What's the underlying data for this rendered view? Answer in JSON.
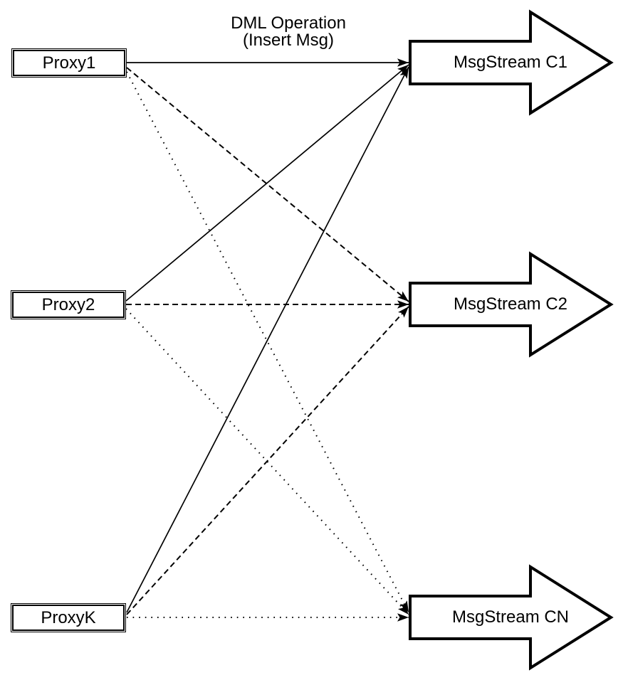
{
  "diagram": {
    "background_color": "#ffffff",
    "line_color": "#000000",
    "annotation": {
      "line1": "DML Operation",
      "line2": "(Insert Msg)"
    },
    "proxies": [
      {
        "label": "Proxy1"
      },
      {
        "label": "Proxy2"
      },
      {
        "label": "ProxyK"
      }
    ],
    "streams": [
      {
        "label": "MsgStream C1"
      },
      {
        "label": "MsgStream C2"
      },
      {
        "label": "MsgStream CN"
      }
    ],
    "edges": [
      {
        "from": "Proxy1",
        "to": "MsgStream C1",
        "style": "solid",
        "arrowhead": "filled"
      },
      {
        "from": "Proxy1",
        "to": "MsgStream C2",
        "style": "dashed",
        "arrowhead": "filled"
      },
      {
        "from": "Proxy1",
        "to": "MsgStream CN",
        "style": "dotted",
        "arrowhead": "filled"
      },
      {
        "from": "Proxy2",
        "to": "MsgStream C1",
        "style": "solid",
        "arrowhead": "filled"
      },
      {
        "from": "Proxy2",
        "to": "MsgStream C2",
        "style": "dashed",
        "arrowhead": "filled"
      },
      {
        "from": "Proxy2",
        "to": "MsgStream CN",
        "style": "dotted",
        "arrowhead": "filled"
      },
      {
        "from": "ProxyK",
        "to": "MsgStream C1",
        "style": "solid",
        "arrowhead": "filled"
      },
      {
        "from": "ProxyK",
        "to": "MsgStream C2",
        "style": "dashed",
        "arrowhead": "filled"
      },
      {
        "from": "ProxyK",
        "to": "MsgStream CN",
        "style": "dotted",
        "arrowhead": "filled"
      }
    ]
  }
}
